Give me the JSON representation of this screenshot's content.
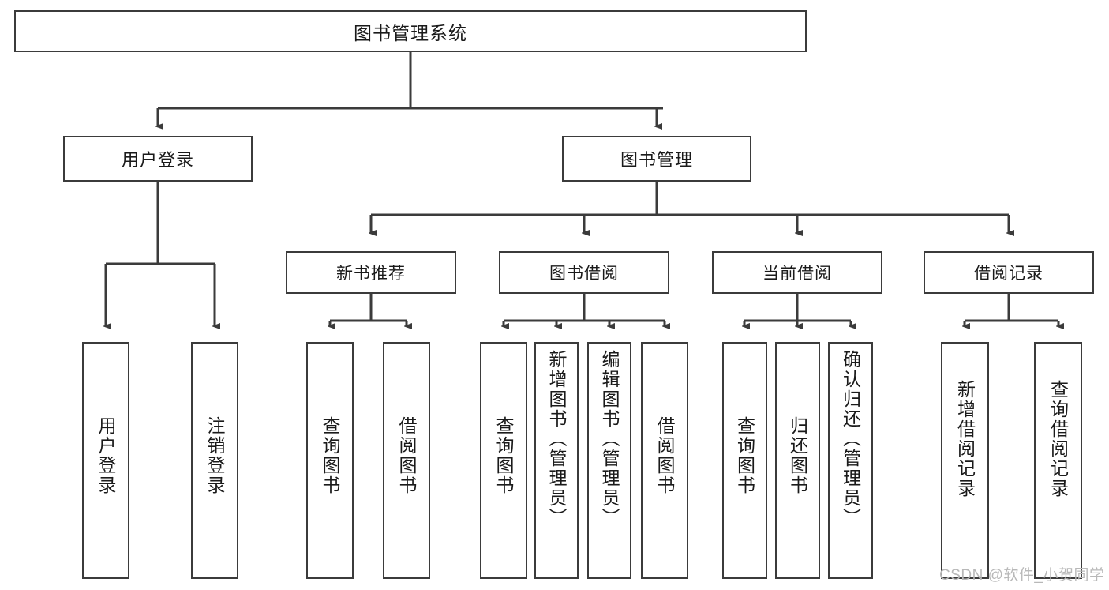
{
  "diagram": {
    "title": "图书管理系统",
    "type": "tree-hierarchy",
    "root": {
      "label": "图书管理系统"
    },
    "level1": [
      {
        "label": "用户登录"
      },
      {
        "label": "图书管理"
      }
    ],
    "level2": [
      {
        "label": "新书推荐",
        "parent": "图书管理"
      },
      {
        "label": "图书借阅",
        "parent": "图书管理"
      },
      {
        "label": "当前借阅",
        "parent": "图书管理"
      },
      {
        "label": "借阅记录",
        "parent": "图书管理"
      }
    ],
    "leaves": {
      "user_login": [
        {
          "label": "用户登录"
        },
        {
          "label": "注销登录"
        }
      ],
      "new_book_recommend": [
        {
          "label": "查询图书"
        },
        {
          "label": "借阅图书"
        }
      ],
      "book_borrow": [
        {
          "label": "查询图书"
        },
        {
          "label": "新增图书（管理员）"
        },
        {
          "label": "编辑图书（管理员）"
        },
        {
          "label": "借阅图书"
        }
      ],
      "current_borrow": [
        {
          "label": "查询图书"
        },
        {
          "label": "归还图书"
        },
        {
          "label": "确认归还（管理员）"
        }
      ],
      "borrow_record": [
        {
          "label": "新增借阅记录"
        },
        {
          "label": "查询借阅记录"
        }
      ]
    }
  },
  "watermark": {
    "text": "CSDN @软件_小贺同学"
  },
  "colors": {
    "border": "#3b3b3b",
    "background": "#ffffff",
    "text": "#1a1a1a",
    "watermark": "#b8b8b8"
  }
}
